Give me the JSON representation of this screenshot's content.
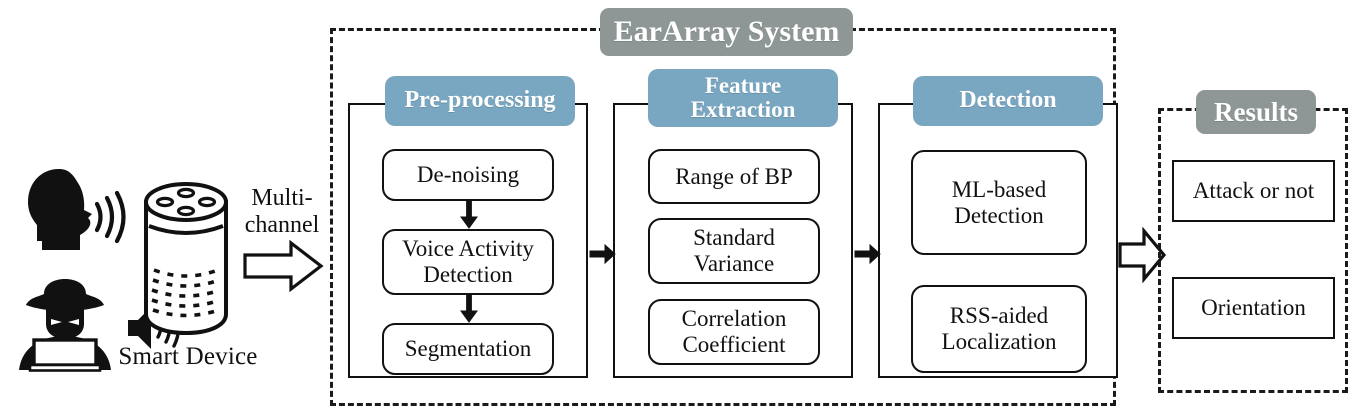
{
  "diagram": {
    "title": "EarArray System",
    "results_title": "Results",
    "input": {
      "device_label": "Smart Device",
      "channel_label": "Multi-\nchannel",
      "speaker_icon": "smart-speaker-icon",
      "user_icon": "speaking-person-icon",
      "attacker_icon": "hacker-with-laptop-icon",
      "attacker_speaker_icon": "loudspeaker-icon"
    },
    "stages": [
      {
        "id": "pre-processing",
        "header": "Pre-processing",
        "header_lines": 1,
        "nodes": [
          "De-noising",
          "Voice Activity\nDetection",
          "Segmentation"
        ],
        "has_internal_arrows": true
      },
      {
        "id": "feature-extraction",
        "header": "Feature\nExtraction",
        "header_lines": 2,
        "nodes": [
          "Range of BP",
          "Standard\nVariance",
          "Correlation\nCoefficient"
        ],
        "has_internal_arrows": false
      },
      {
        "id": "detection",
        "header": "Detection",
        "header_lines": 1,
        "nodes": [
          "ML-based\nDetection",
          "RSS-aided\nLocalization"
        ],
        "has_internal_arrows": false
      }
    ],
    "results": [
      "Attack or not",
      "Orientation"
    ],
    "colors": {
      "header_gray": "#8e9796",
      "header_blue": "#79a6c0",
      "stroke": "#111111",
      "background": "#ffffff"
    }
  }
}
